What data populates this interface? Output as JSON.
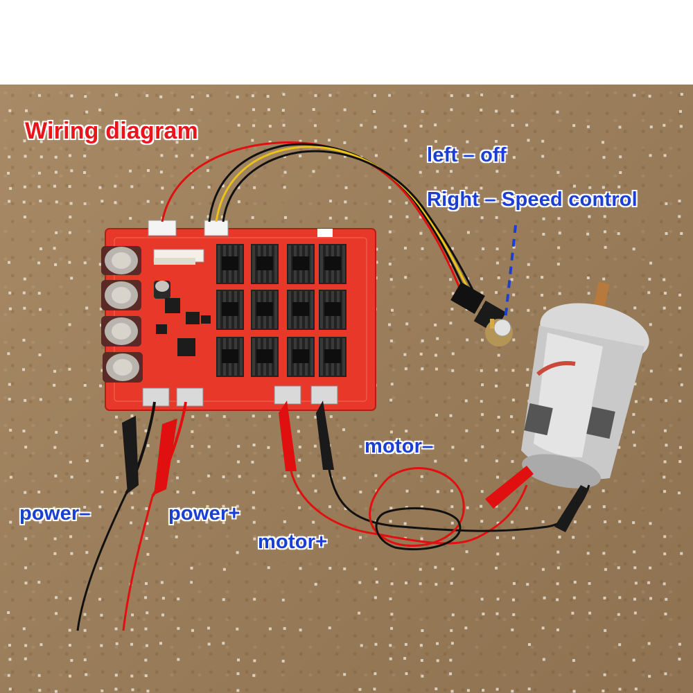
{
  "title": "Wiring diagram",
  "labels": {
    "switch_left": "left – off",
    "switch_right": "Right – Speed control",
    "power_minus": "power–",
    "power_plus": "power+",
    "motor_minus": "motor–",
    "motor_plus": "motor+"
  },
  "colors": {
    "title_text": "#e8161c",
    "label_text": "#1a3fd1",
    "board": "#e8382a",
    "wire_red": "#e01010",
    "wire_black": "#111111",
    "wire_yellow": "#e9c21a"
  }
}
